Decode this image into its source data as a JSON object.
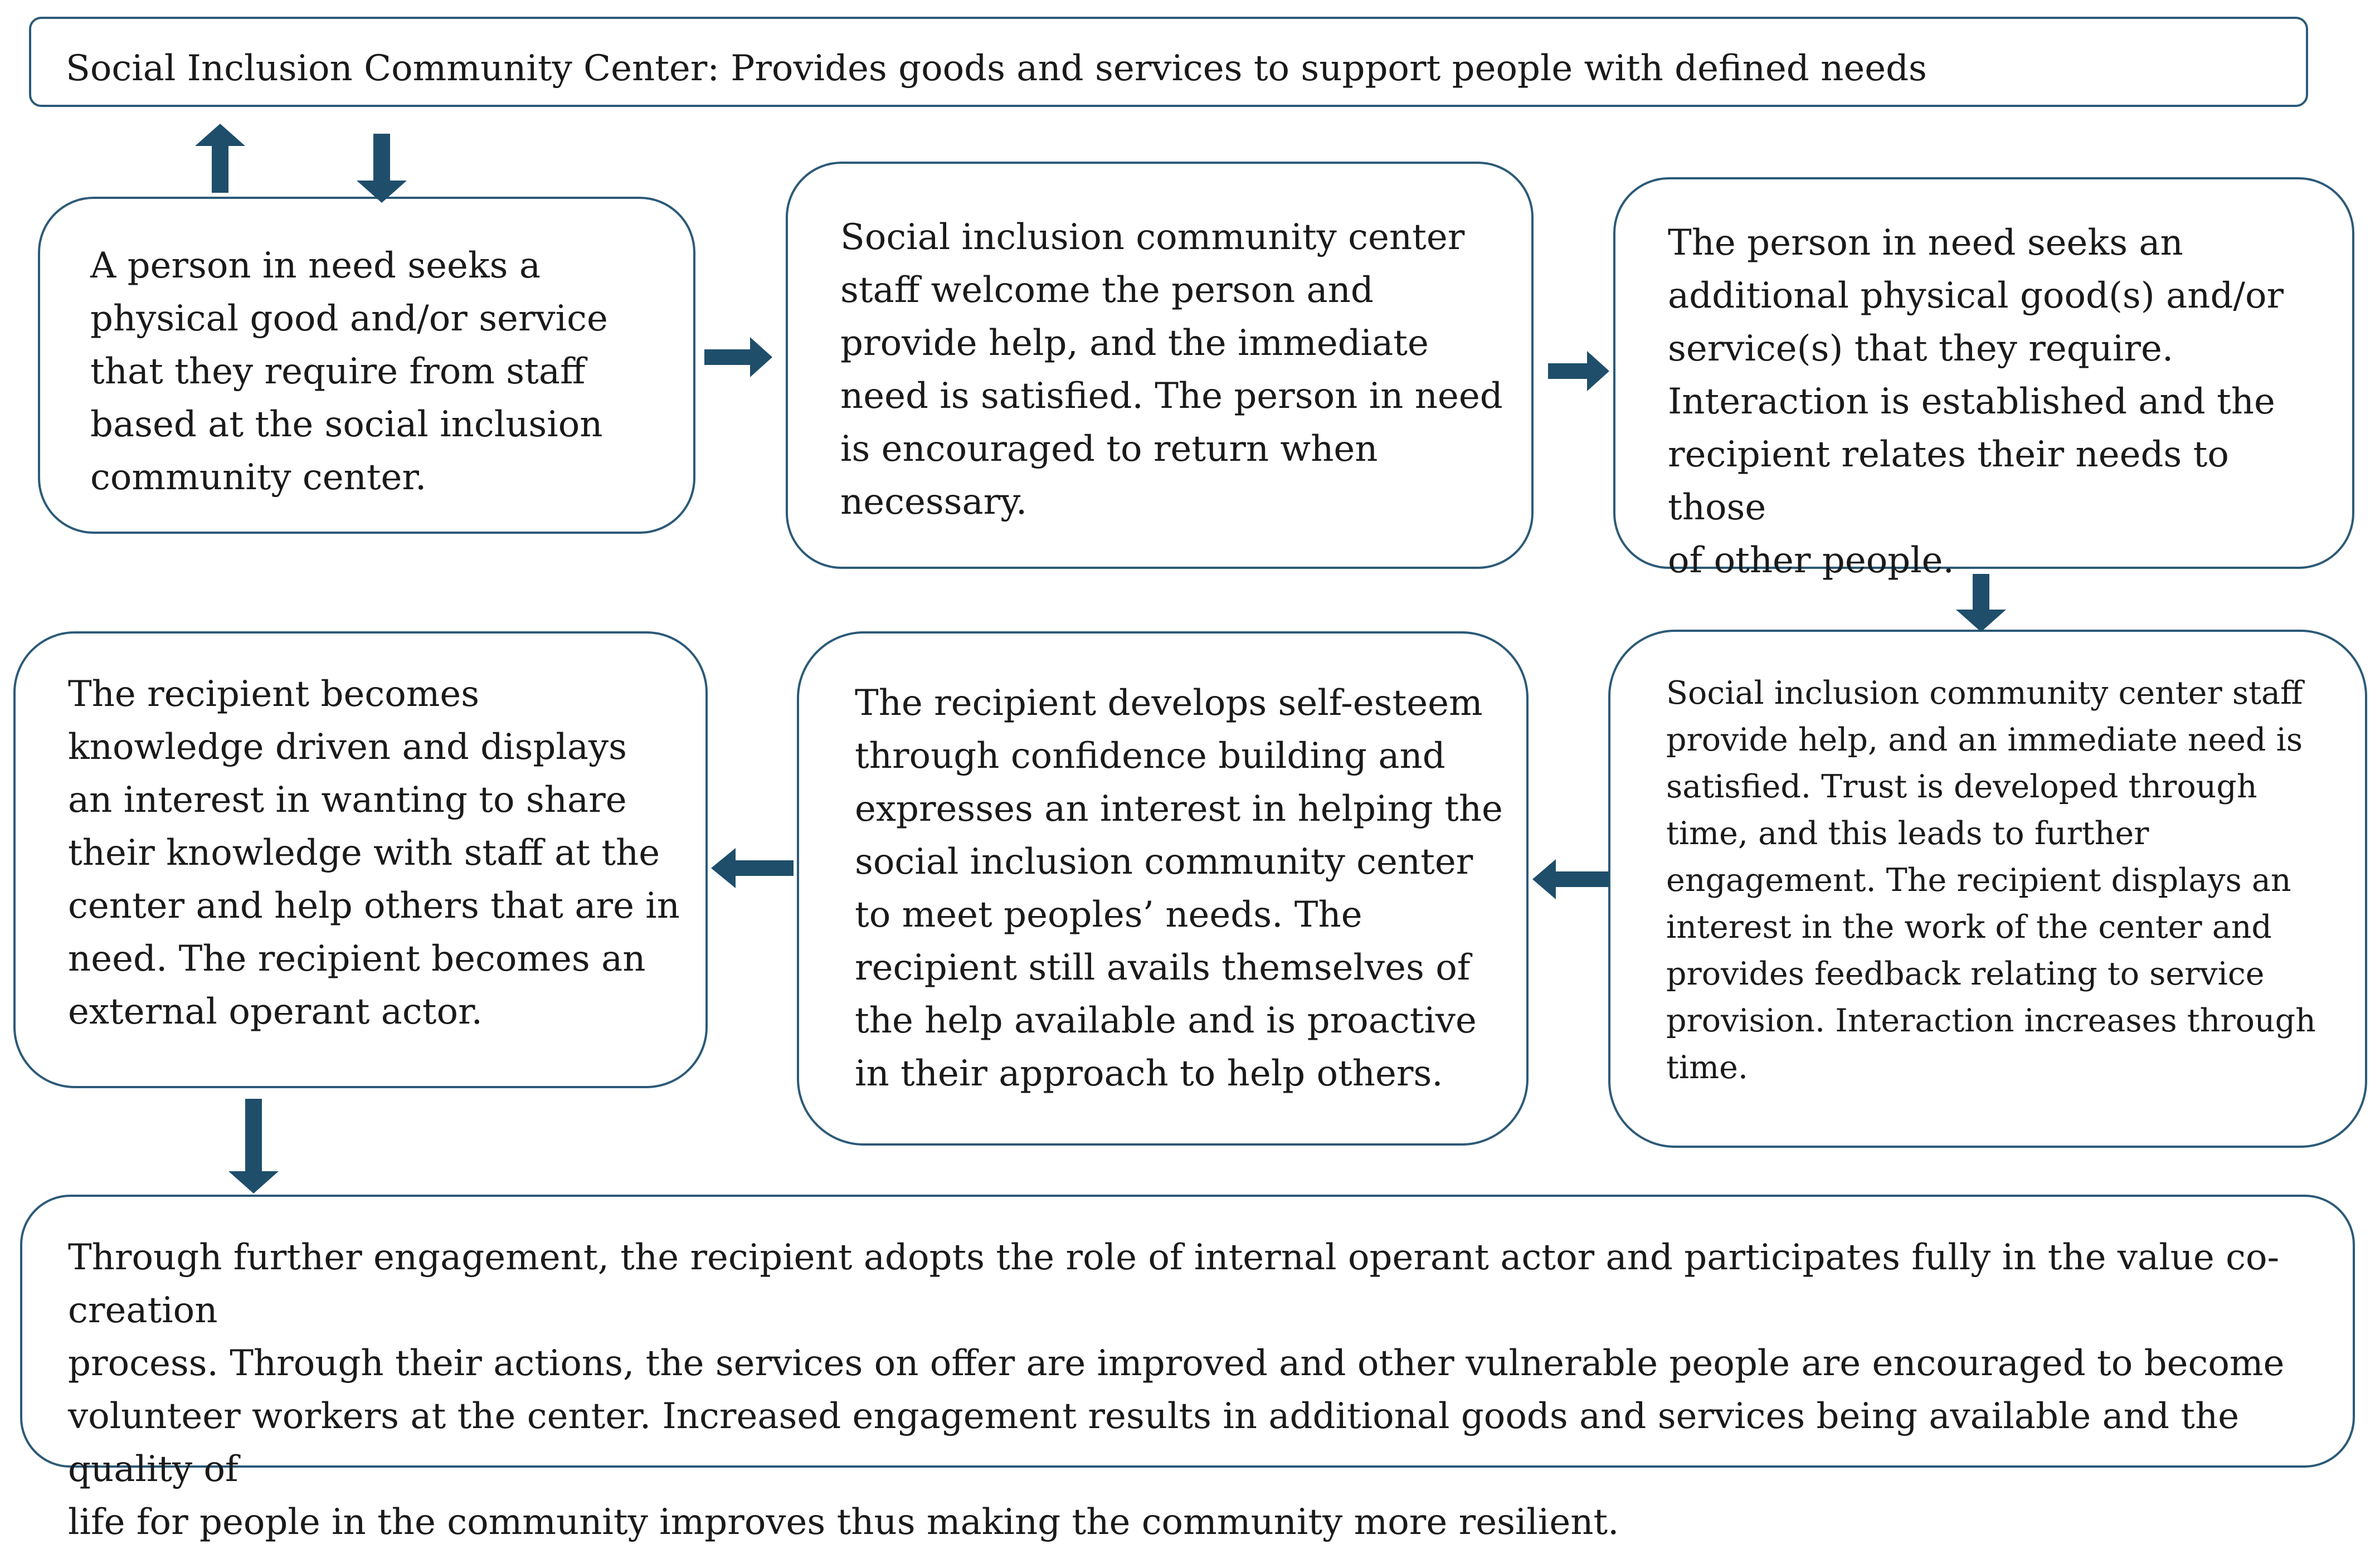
{
  "header": {
    "text": "Social Inclusion Community Center: Provides goods and services to support people with defined needs"
  },
  "steps": [
    {
      "lines": [
        "A person in need seeks a",
        "physical good and/or service",
        "that they require from staff",
        "based at the social inclusion",
        "community center."
      ]
    },
    {
      "lines": [
        "Social inclusion community center",
        "staff welcome the person and",
        "provide help, and the immediate",
        "need is satisfied. The person in need",
        "is encouraged to return when",
        "necessary."
      ]
    },
    {
      "lines": [
        "The person in need seeks an",
        "additional physical good(s) and/or",
        "service(s) that they require.",
        "Interaction is established and the",
        "recipient relates their needs to those",
        "of other people."
      ]
    },
    {
      "lines": [
        "Social inclusion community center staff",
        "provide help, and an immediate need is",
        "satisfied. Trust is developed through",
        "time, and this leads to further",
        "engagement. The recipient displays an",
        "interest in the work of the center and",
        "provides feedback relating to service",
        "provision. Interaction increases through",
        "time."
      ]
    },
    {
      "lines": [
        "The recipient develops self-esteem",
        "through confidence building and",
        "expresses an interest in helping the",
        "social inclusion community center",
        "to meet peoples’ needs. The",
        "recipient still avails themselves of",
        "the help available and is proactive",
        "in their approach to help others."
      ]
    },
    {
      "lines": [
        "The recipient becomes",
        "knowledge driven and displays",
        "an interest in wanting to share",
        "their knowledge with staff at the",
        "center and help others that are in",
        "need. The recipient becomes an",
        "external operant actor."
      ]
    }
  ],
  "final": {
    "lines": [
      "Through further engagement, the recipient adopts the role of internal operant actor and participates fully in the value co-creation",
      "process. Through their actions, the services on offer are improved and other vulnerable people are encouraged to become",
      "volunteer workers at the center.  Increased engagement results in additional goods and services being available and the quality of",
      "life for people in the community improves thus making the community more resilient."
    ]
  },
  "colors": {
    "box_border": "#2c5a78",
    "arrow_fill": "#1f4e6b",
    "text": "#1a1a1a"
  }
}
